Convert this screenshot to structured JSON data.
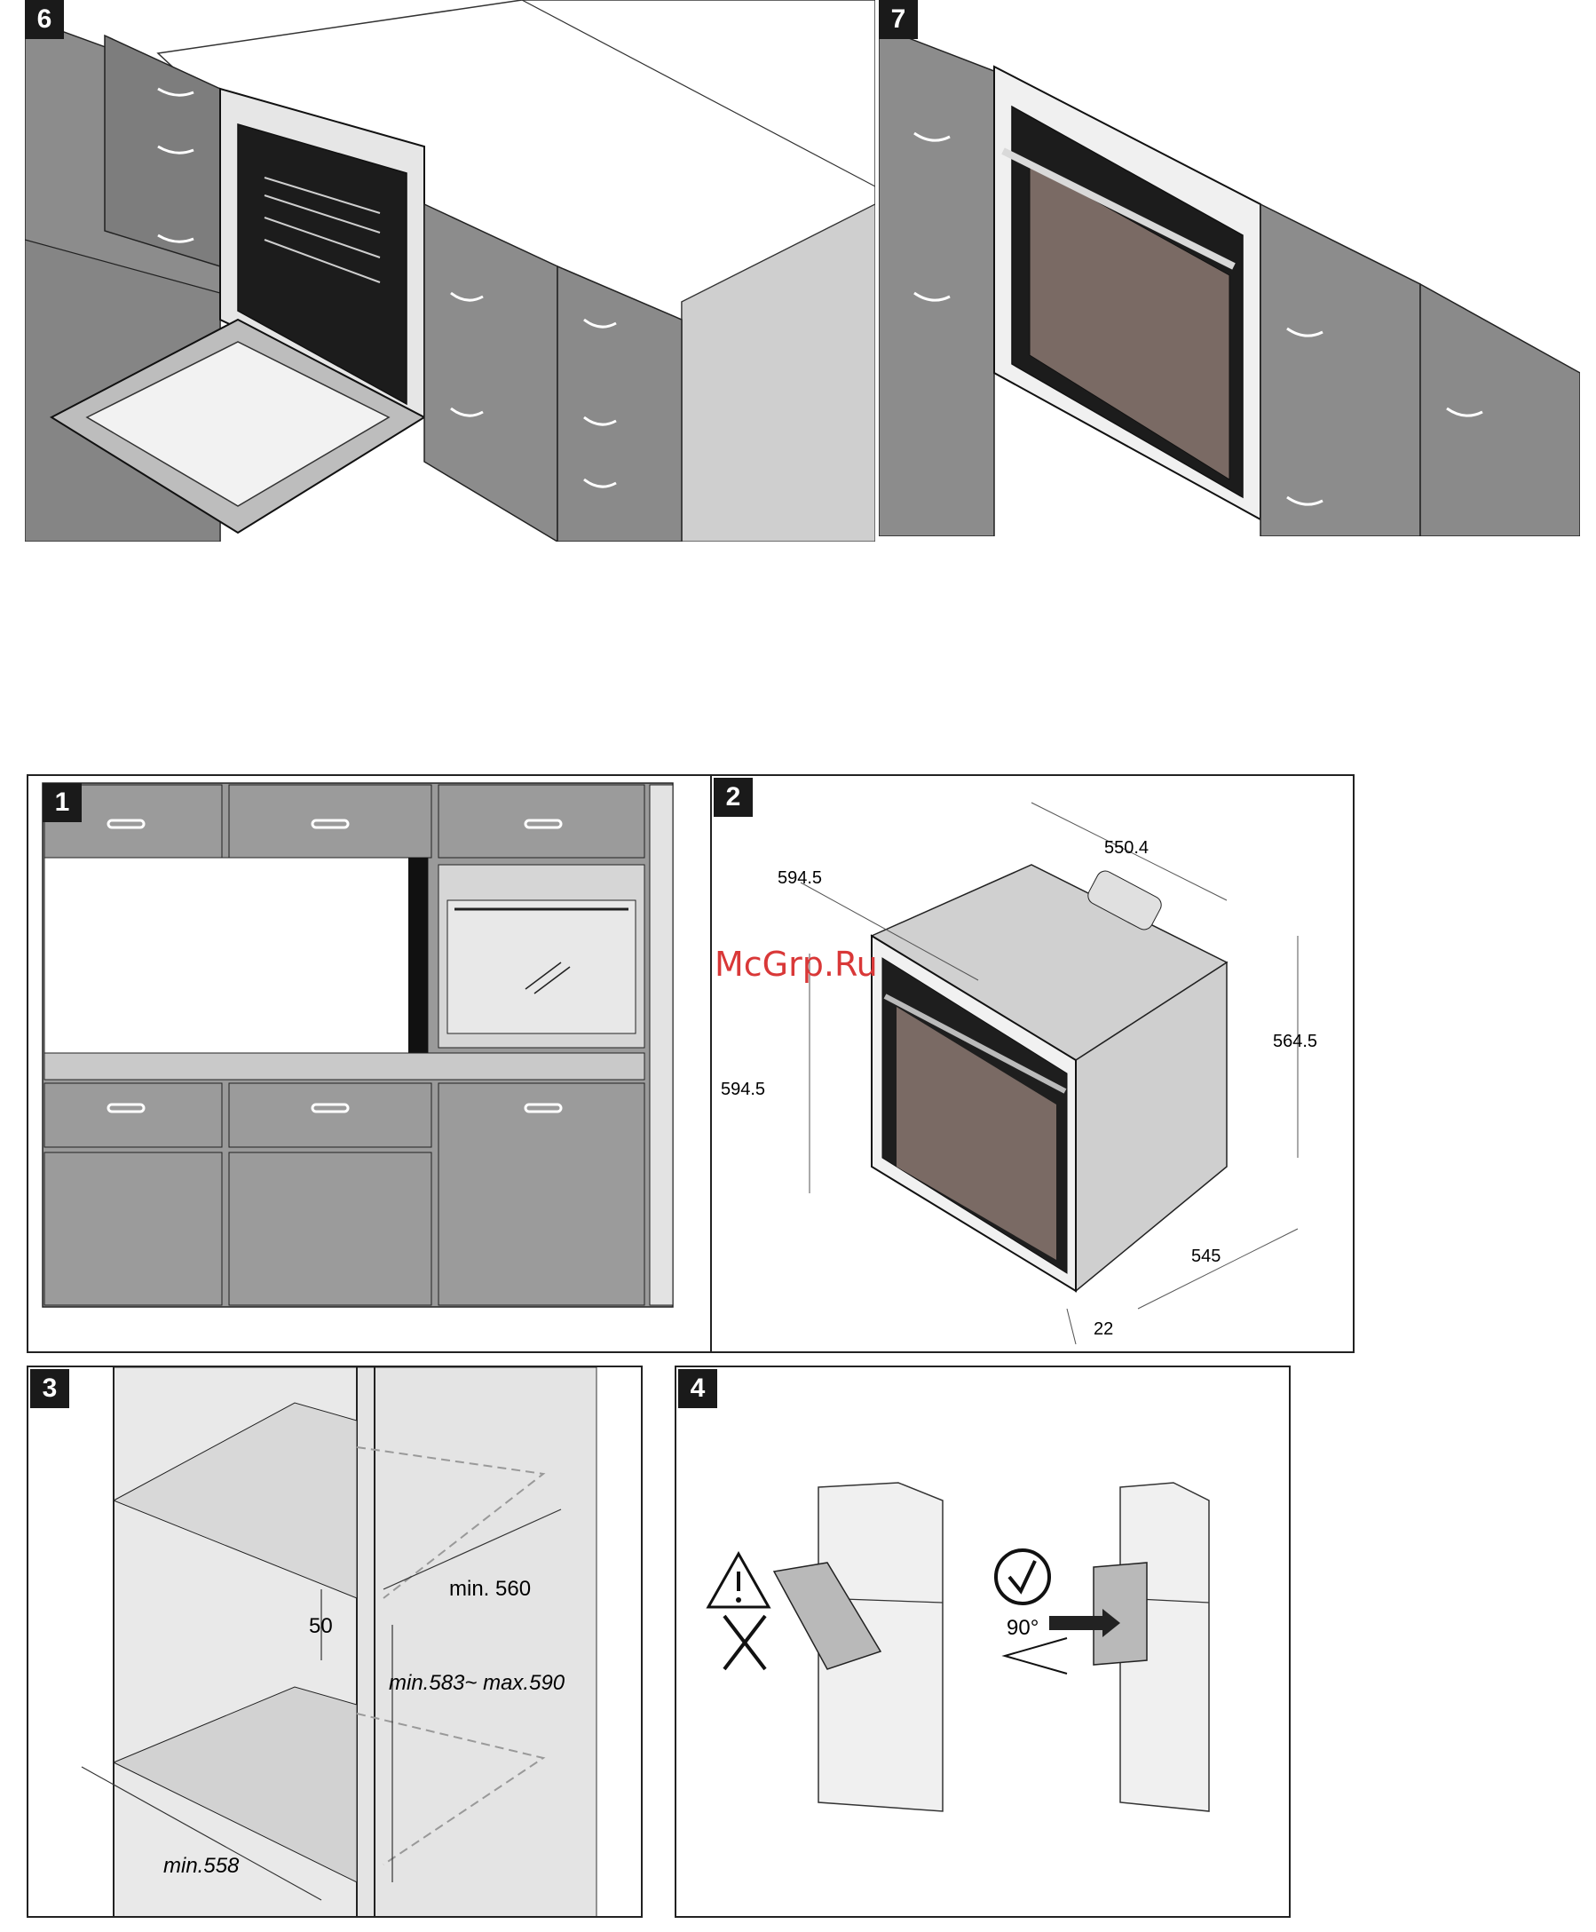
{
  "panels": {
    "p6": {
      "number": "6"
    },
    "p7": {
      "number": "7"
    },
    "p1": {
      "number": "1"
    },
    "p2": {
      "number": "2",
      "dims": {
        "top_depth": "550.4",
        "front_width": "594.5",
        "front_height": "594.5",
        "side_height": "564.5",
        "depth": "545",
        "front_offset": "22"
      }
    },
    "p3": {
      "number": "3",
      "dims": {
        "gap": "50",
        "min_prefix": "min.",
        "width_min": "560",
        "height_range_prefix": "min.",
        "height_min": "583",
        "height_sep": "~ max.",
        "height_max": "590",
        "bottom_width_min": "558"
      }
    },
    "p4": {
      "number": "4",
      "angle": "90°"
    }
  },
  "watermark": "McGrp.Ru",
  "colors": {
    "cabinet": "#8c8c8c",
    "cabinet_dark": "#6e6e6e",
    "glass": "#7a6a64",
    "line": "#1a1a1a"
  }
}
